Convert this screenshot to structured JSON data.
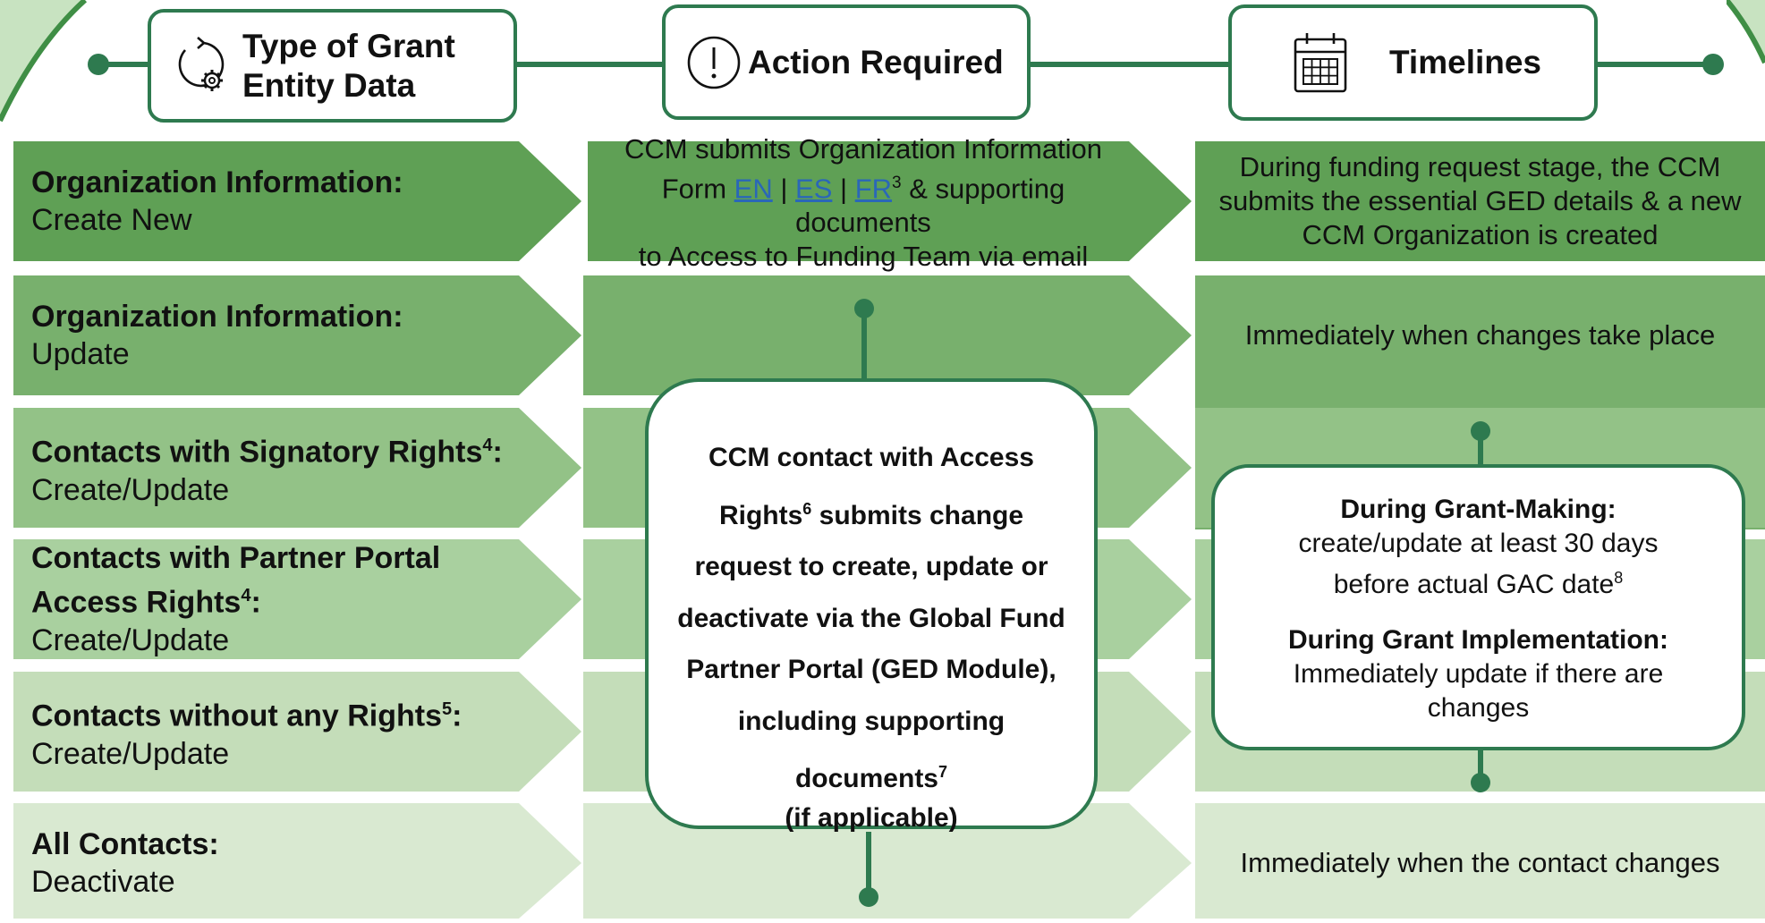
{
  "headers": {
    "type": {
      "line1": "Type of Grant",
      "line2": "Entity Data"
    },
    "action": {
      "label": "Action Required"
    },
    "timelines": {
      "label": "Timelines"
    }
  },
  "rows": [
    {
      "title": "Organization Information:",
      "sub": "Create New",
      "color": "#5fa055"
    },
    {
      "title": "Organization Information:",
      "sub": "Update",
      "color": "#78b06d"
    },
    {
      "title": "Contacts with Signatory Rights",
      "sup": "4",
      "colon": ":",
      "sub": "Create/Update",
      "color": "#93c287"
    },
    {
      "title": "Contacts with Partner Portal",
      "title2": "Access Rights",
      "sup": "4",
      "colon": ":",
      "sub": "Create/Update",
      "color": "#a9d09f"
    },
    {
      "title": "Contacts without any Rights",
      "sup": "5",
      "colon": ":",
      "sub": "Create/Update",
      "color": "#c4ddb9"
    },
    {
      "title": "All Contacts:",
      "sub": "Deactivate",
      "color": "#d9e9d1"
    }
  ],
  "action_row1": {
    "line1": "CCM submits Organization Information",
    "line2_pre": "Form ",
    "links": [
      "EN",
      "ES",
      "FR"
    ],
    "sep": "|",
    "line2_sup": "3",
    "line2_post": " & supporting documents",
    "line3": "to Access to Funding Team via email"
  },
  "action_bubble": {
    "line1": "CCM contact with Access",
    "line2": "Rights",
    "line2_sup": "6",
    "line2_post": " submits change",
    "line3": "request to create, update or",
    "line4": "deactivate via the Global Fund",
    "line5": "Partner Portal (GED Module),",
    "line6": "including supporting",
    "line7": "documents",
    "line7_sup": "7",
    "line8": "(if applicable)"
  },
  "timelines_row1": {
    "line1": "During funding request stage, the CCM",
    "line2": "submits the essential GED details & a new",
    "line3": "CCM Organization is created"
  },
  "timelines_row2": "Immediately when changes take place",
  "timelines_bubble": {
    "gm_title": "During Grant-Making:",
    "gm_line1": "create/update at least 30 days",
    "gm_line2": "before actual GAC date",
    "gm_sup": "8",
    "gi_title": "During Grant Implementation:",
    "gi_line1": "Immediately update if there are",
    "gi_line2": "changes"
  },
  "timelines_row6": "Immediately when the contact changes",
  "colors": {
    "accent": "#2e7a4f",
    "link": "#2a67b8"
  },
  "icons": {
    "type": "refresh-gear-icon",
    "action": "exclamation-circle-icon",
    "timelines": "calendar-icon"
  }
}
